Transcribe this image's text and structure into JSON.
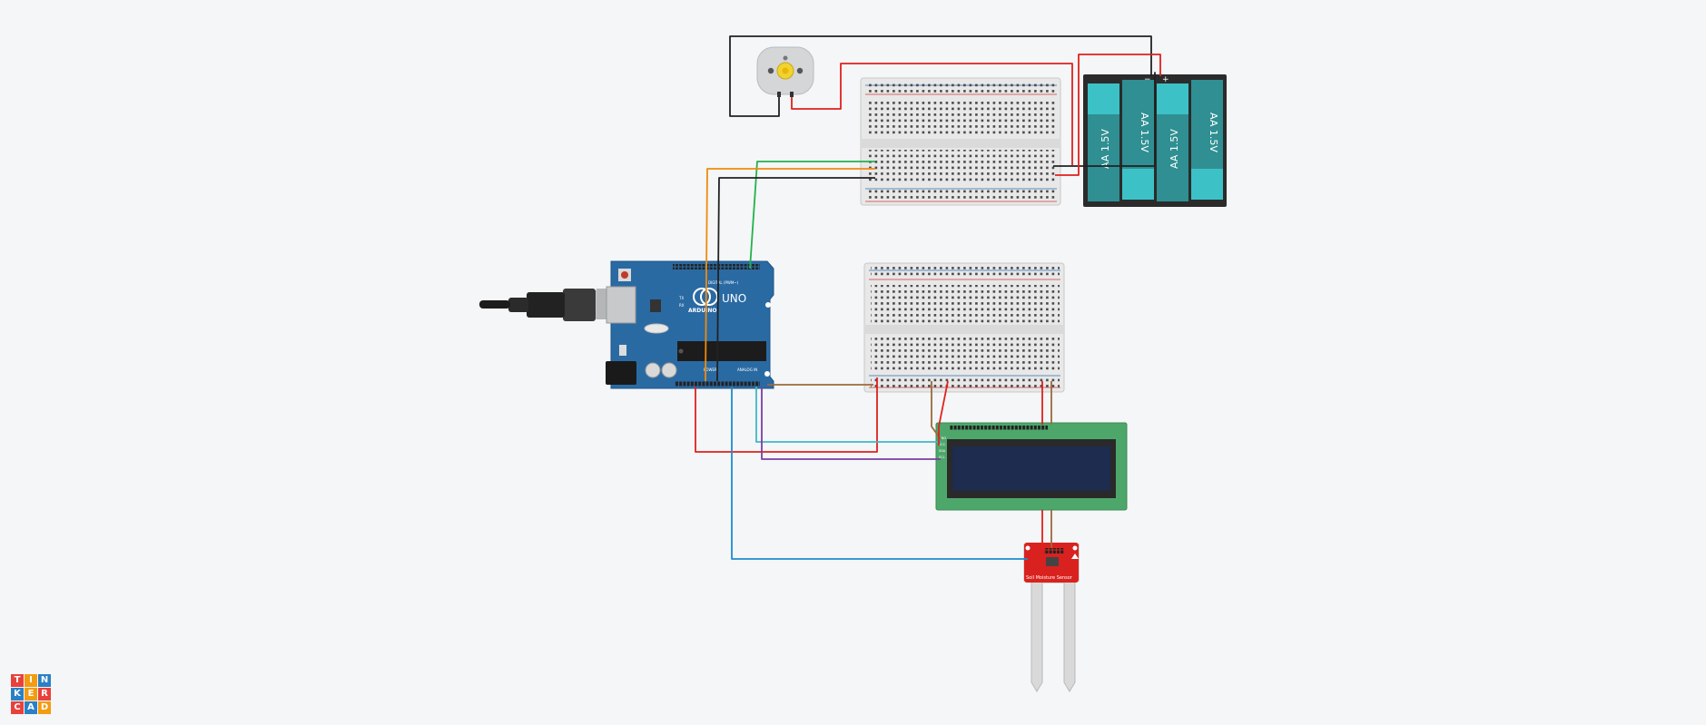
{
  "logo": {
    "letters": [
      "T",
      "I",
      "N",
      "K",
      "E",
      "R",
      "C",
      "A",
      "D"
    ],
    "colors": [
      "#e8413c",
      "#f39c12",
      "#2b80c5",
      "#2b80c5",
      "#f39c12",
      "#e8413c",
      "#e8413c",
      "#2b80c5",
      "#f39c12"
    ]
  },
  "components": {
    "battery": {
      "cell_label": "AA 1.5V",
      "pos_mark": "+",
      "neg_mark": "−"
    },
    "arduino": {
      "brand": "ARDUINO",
      "model": "UNO",
      "digital_label": "DIGITAL (PWM~)",
      "analog_label": "ANALOG IN",
      "power_label": "POWER",
      "tx_label": "TX",
      "rx_label": "RX"
    },
    "lcd": {
      "pins": [
        "GND",
        "VCC",
        "SDA",
        "SCL"
      ]
    },
    "soil_sensor": {
      "label": "Soil Moisture Sensor"
    }
  },
  "colors": {
    "background": "#f4f6f7",
    "wire_red": "#e0201e",
    "wire_black": "#222222",
    "wire_orange": "#f08a0c",
    "wire_green": "#23b14d",
    "wire_brown": "#9c6a3b",
    "wire_teal": "#3fb7c8",
    "wire_blue": "#1e8ccc",
    "wire_purple": "#7a3ea1",
    "arduino_blue": "#2a6aa3",
    "battery_teal": "#2f8f92",
    "lcd_green": "#4ea76a",
    "sensor_red": "#d9221f"
  }
}
